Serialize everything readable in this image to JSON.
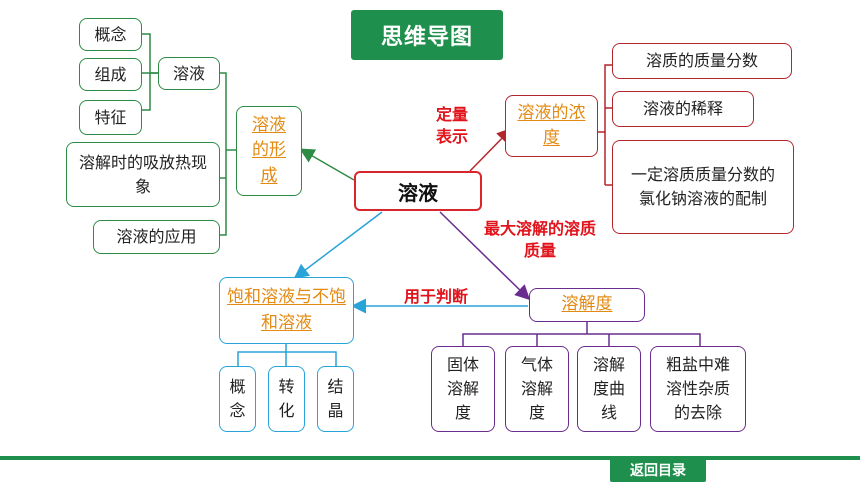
{
  "title": "思维导图",
  "center": "溶液",
  "formation": {
    "label": "溶液的形成",
    "solution_node": "溶液",
    "solution_children": [
      "概念",
      "组成",
      "特征"
    ],
    "other_children": [
      "溶解时的吸放热现象",
      "溶液的应用"
    ]
  },
  "concentration": {
    "label": "溶液的浓度",
    "edge_label": "定量表示",
    "children": [
      "溶质的质量分数",
      "溶液的稀释",
      "一定溶质质量分数的氯化钠溶液的配制"
    ]
  },
  "solubility": {
    "label": "溶解度",
    "edge_label": "最大溶解的溶质质量",
    "children": [
      "固体溶解度",
      "气体溶解度",
      "溶解度曲线",
      "粗盐中难溶性杂质的去除"
    ]
  },
  "saturation": {
    "label": "饱和溶液与不饱和溶液",
    "edge_label": "用于判断",
    "children": [
      "概念",
      "转化",
      "结晶"
    ]
  },
  "footer": {
    "back_label": "返回目录"
  },
  "colors": {
    "green": "#2e8b45",
    "red": "#b3262b",
    "blue": "#2aa3d8",
    "purple": "#6a2d8f",
    "orange": "#e38a13",
    "title_bg": "#1f8f4d"
  }
}
